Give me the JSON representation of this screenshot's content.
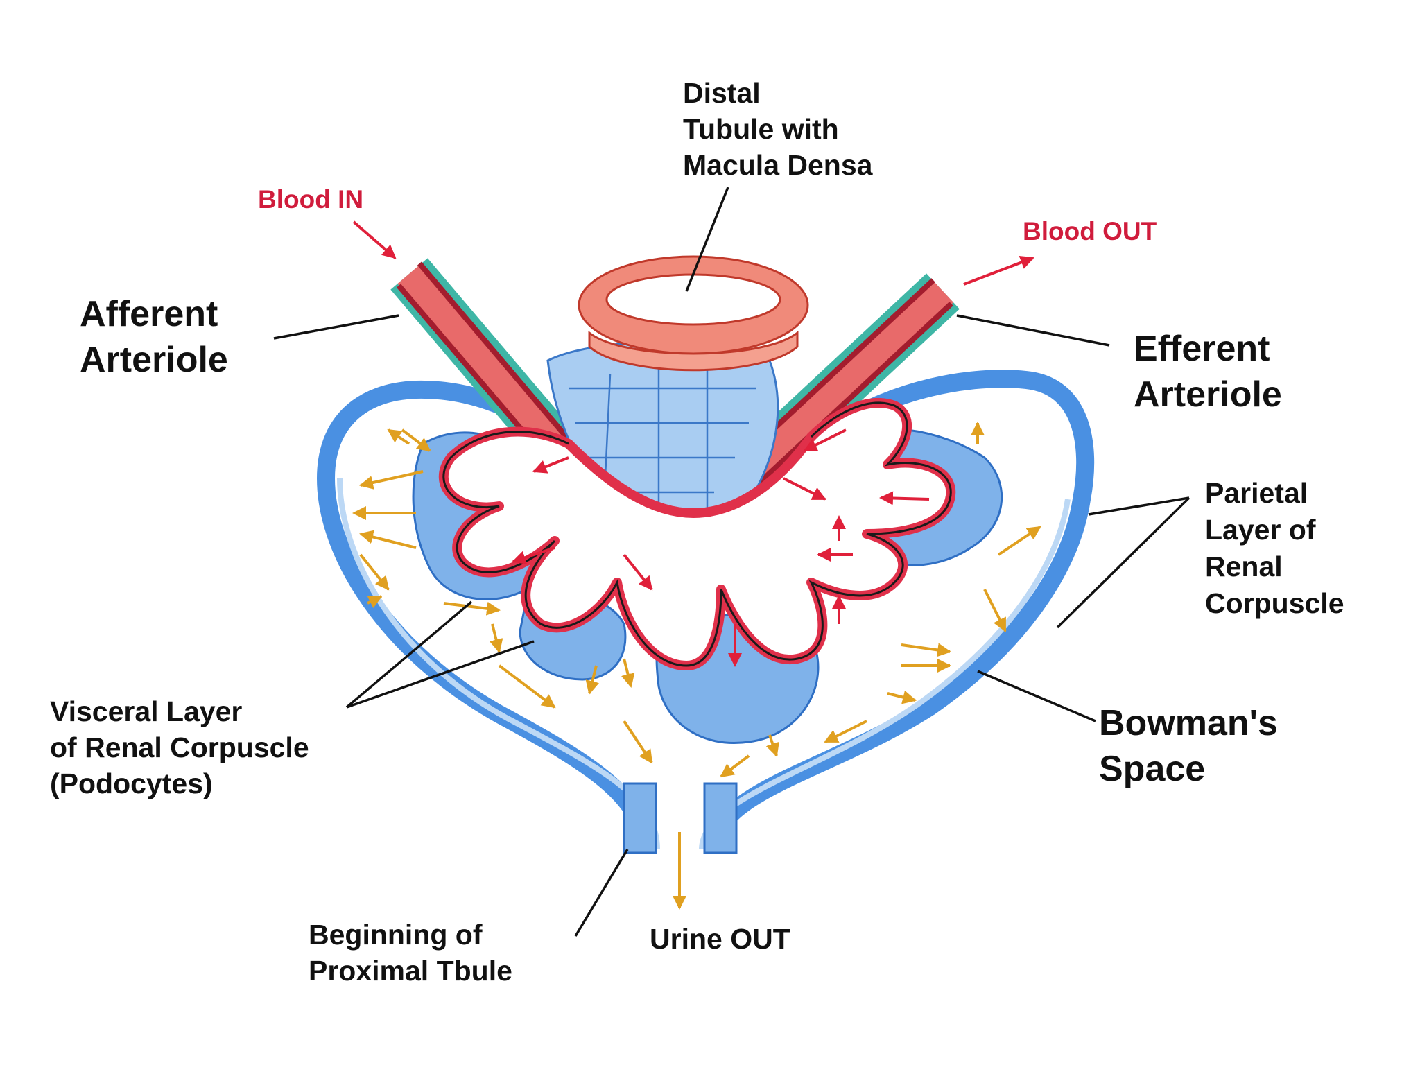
{
  "labels": {
    "distal": [
      "Distal",
      "Tubule with",
      "Macula Densa"
    ],
    "blood_in": "Blood IN",
    "blood_out": "Blood OUT",
    "afferent": [
      "Afferent",
      "Arteriole"
    ],
    "efferent": [
      "Efferent",
      "Arteriole"
    ],
    "parietal": [
      "Parietal",
      "Layer of",
      "Renal",
      "Corpuscle"
    ],
    "visceral": [
      "Visceral Layer",
      "of Renal Corpuscle",
      "(Podocytes)"
    ],
    "bowman": [
      "Bowman's",
      "Space"
    ],
    "proximal": [
      "Beginning of",
      "Proximal Tbule"
    ],
    "urine_out": "Urine OUT"
  },
  "colors": {
    "blood": "#e0203a",
    "urine": "#e0a020",
    "capsule": "#4a90e2",
    "text": "#111111"
  }
}
